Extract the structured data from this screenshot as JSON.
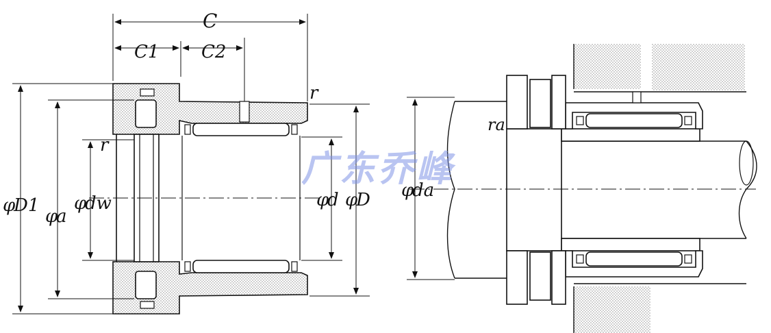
{
  "left_view": {
    "dim_C": "C",
    "dim_C1": "C1",
    "dim_C2": "C2",
    "radius_top": "r",
    "radius_inner": "r",
    "dia_D1": "D1",
    "dia_a": "a",
    "dia_dw": "dw",
    "dia_d": "d",
    "dia_D": "D",
    "phi_symbol": "φ"
  },
  "right_view": {
    "radius_ra": "ra",
    "dia_da": "da"
  },
  "watermark": "广东乔峰",
  "colors": {
    "line": "#111111",
    "hatch": "#9a9a9a",
    "watermark": "#7f93e6"
  }
}
